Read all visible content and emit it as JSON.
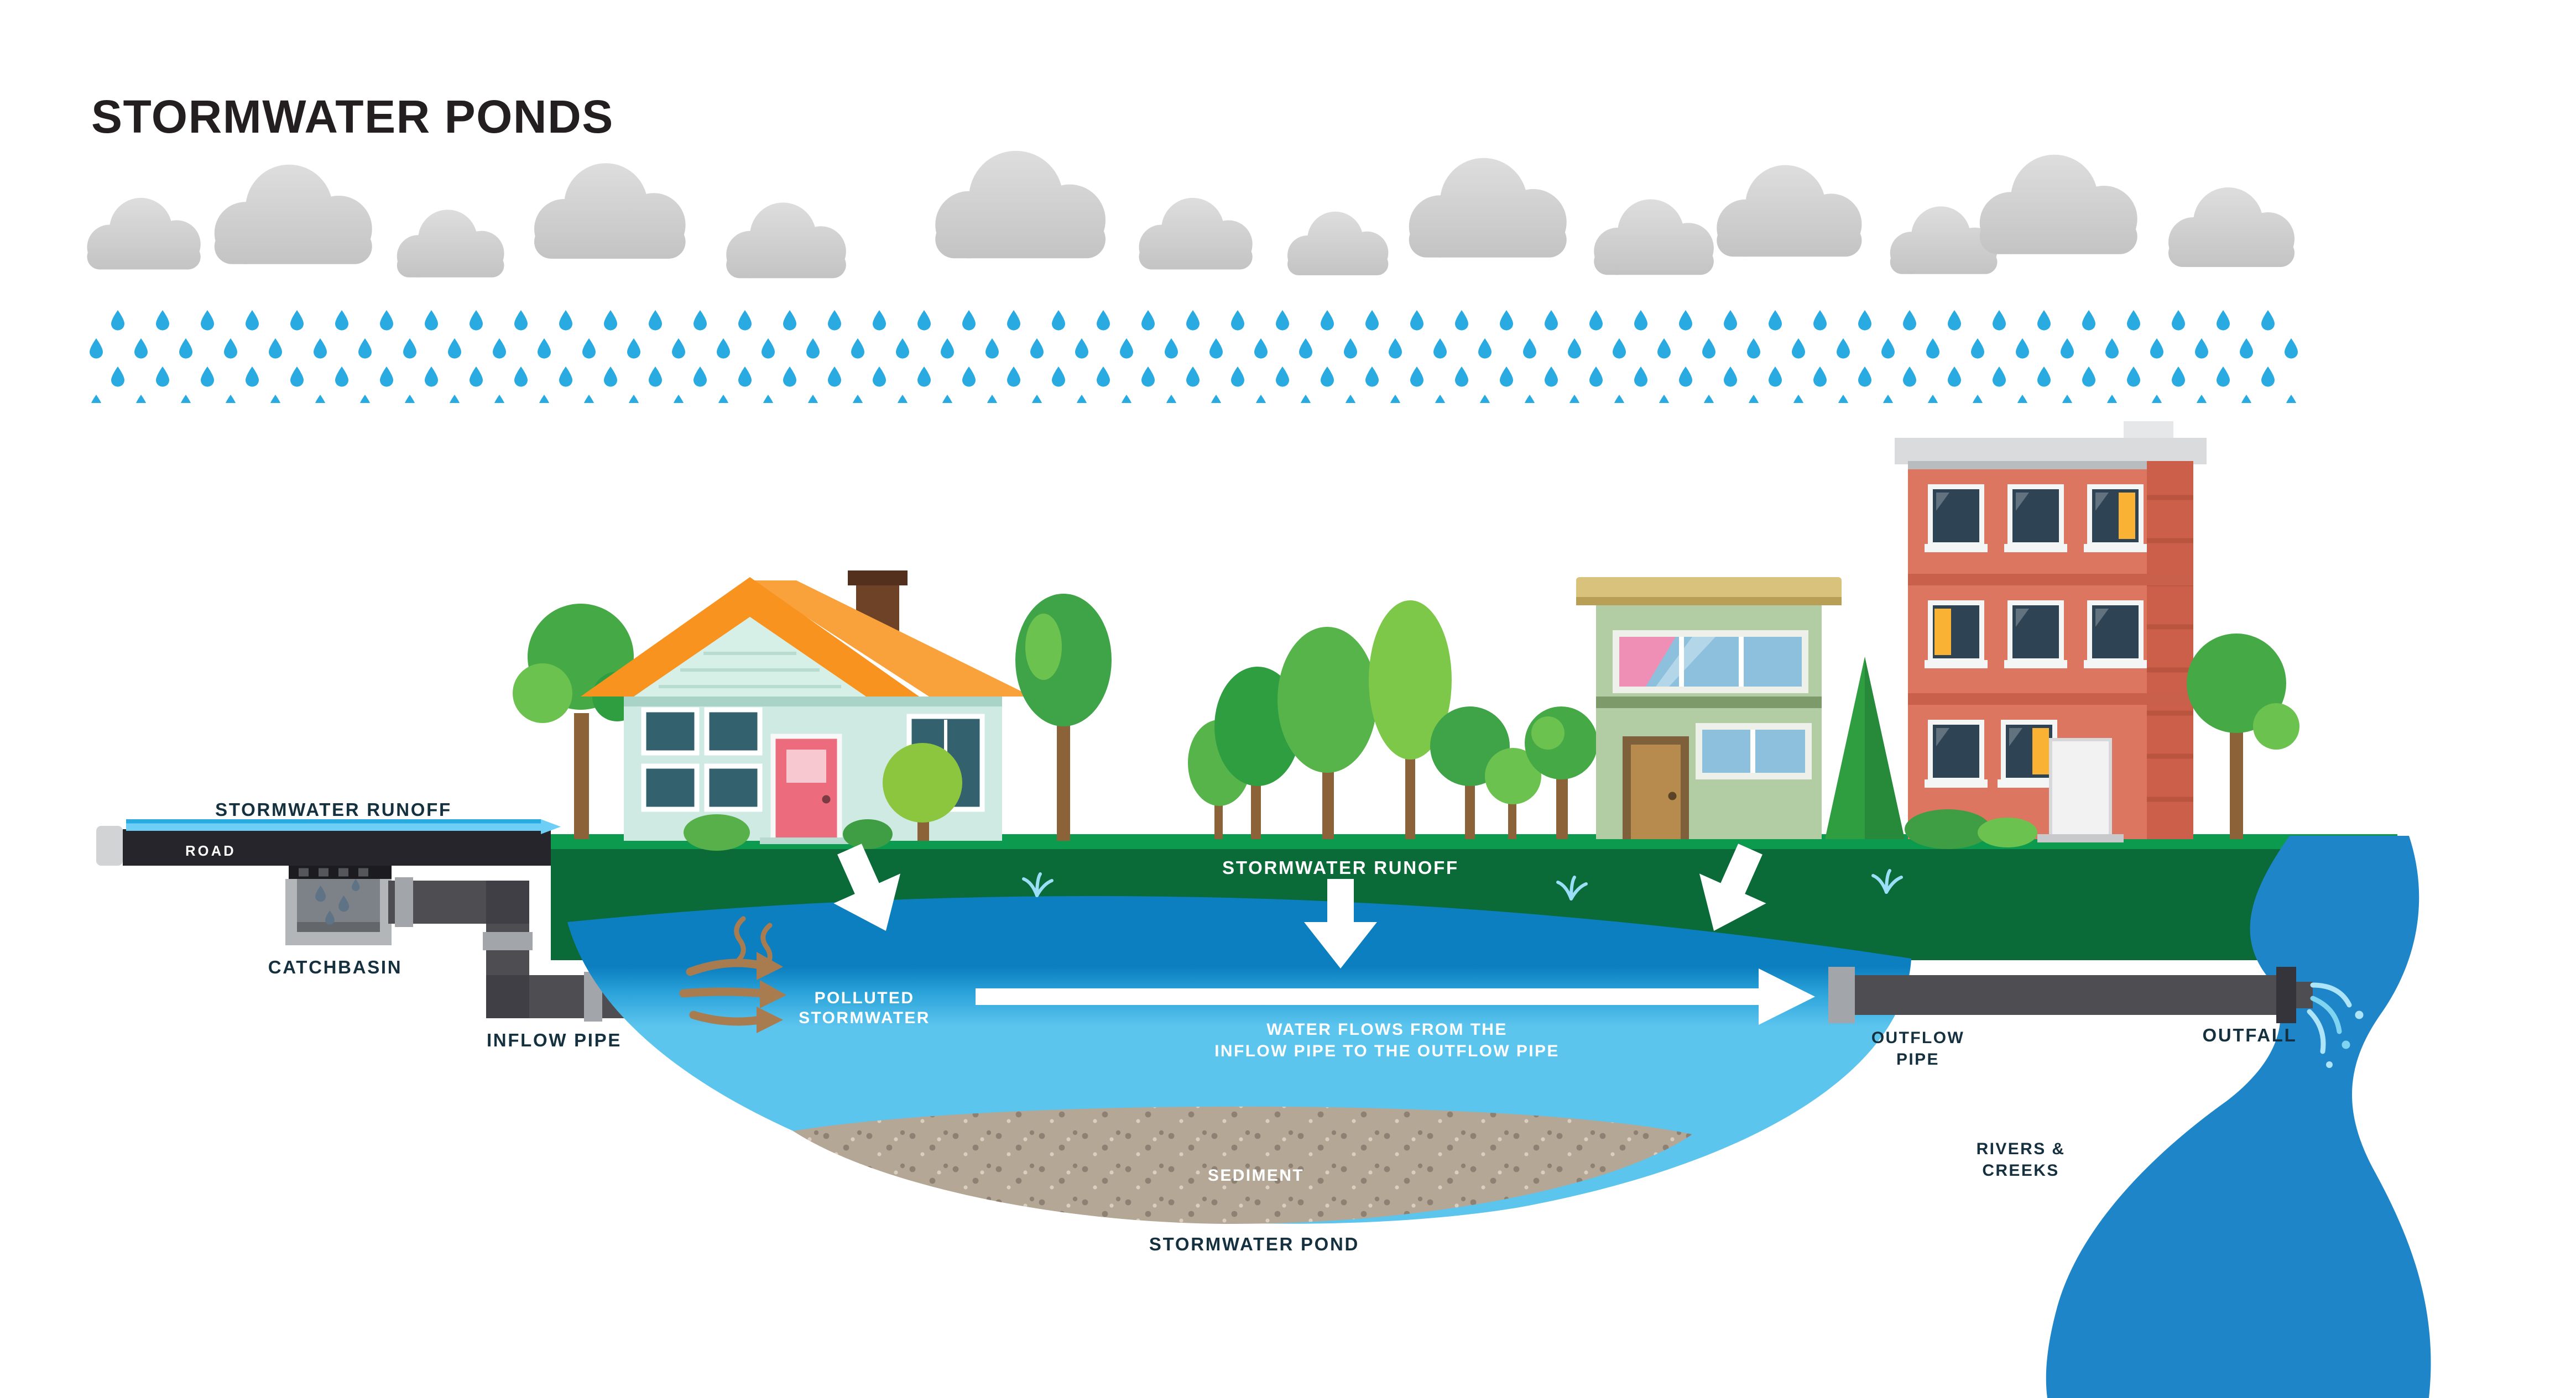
{
  "title": "STORMWATER PONDS",
  "labels": {
    "runoff_left": "STORMWATER RUNOFF",
    "road": "ROAD",
    "catchbasin": "CATCHBASIN",
    "inflow_pipe": "INFLOW PIPE",
    "polluted_1": "POLLUTED",
    "polluted_2": "STORMWATER",
    "runoff_center": "STORMWATER RUNOFF",
    "flow_1": "WATER FLOWS FROM THE",
    "flow_2": "INFLOW PIPE TO THE OUTFLOW PIPE",
    "outflow_1": "OUTFLOW",
    "outflow_2": "PIPE",
    "outfall": "OUTFALL",
    "rivers_1": "RIVERS &",
    "rivers_2": "CREEKS",
    "sediment": "SEDIMENT",
    "pond": "STORMWATER POND"
  },
  "colors": {
    "rain_blue": "#29abe2",
    "pond_dark_blue": "#0c7fc0",
    "pond_mid_blue": "#2ba3da",
    "pond_light_blue": "#5cc5ee",
    "river_blue": "#1e86c8",
    "grass_light_green": "#0c9a4e",
    "grass_dark_green": "#0a6a38",
    "pipe_gray": "#4d4d52",
    "sediment_tan": "#b5a795",
    "polluted_brown": "#a97c50",
    "arrow_white": "#ffffff",
    "label_ink": "#15313f",
    "title_ink": "#231f20"
  }
}
